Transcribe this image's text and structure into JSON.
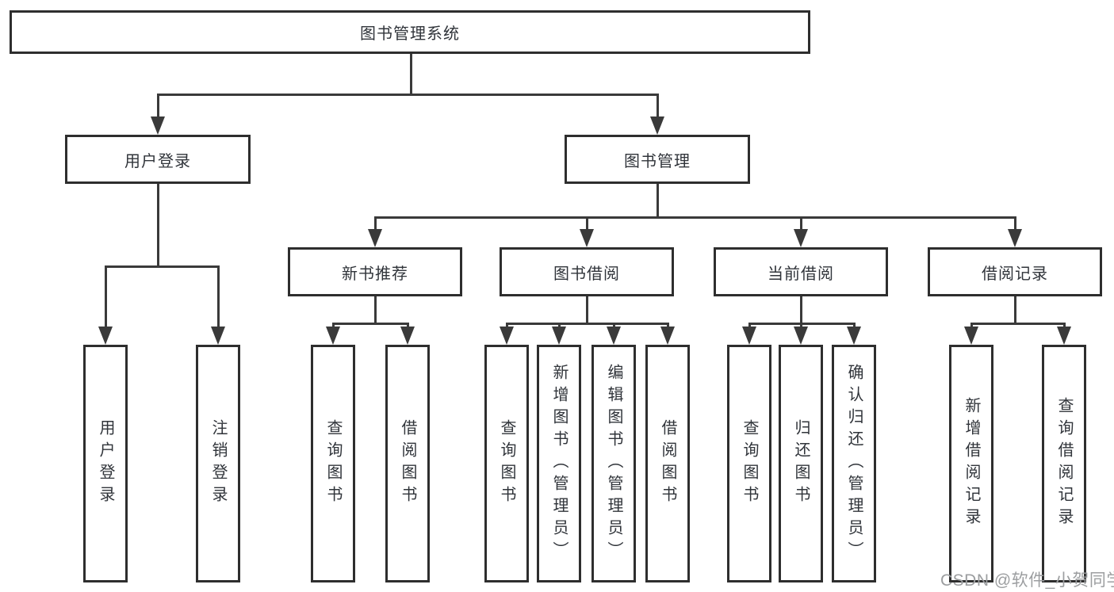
{
  "tree": {
    "root": {
      "label": "图书管理系统"
    },
    "level2": [
      {
        "label": "用户登录"
      },
      {
        "label": "图书管理"
      }
    ],
    "level3": [
      {
        "label": "新书推荐"
      },
      {
        "label": "图书借阅"
      },
      {
        "label": "当前借阅"
      },
      {
        "label": "借阅记录"
      }
    ],
    "leaves": {
      "login": [
        "用户登录",
        "注销登录"
      ],
      "recommend": [
        "查询图书",
        "借阅图书"
      ],
      "borrow": [
        "查询图书",
        "新增图书（管理员）",
        "编辑图书（管理员）",
        "借阅图书"
      ],
      "current": [
        "查询图书",
        "归还图书",
        "确认归还（管理员）"
      ],
      "record": [
        "新增借阅记录",
        "查询借阅记录"
      ]
    }
  },
  "colors": {
    "border": "#2e2e2e",
    "line": "#3a3a3a",
    "text": "#30343a",
    "watermark": "#9c9ea0"
  },
  "watermark": {
    "text": "CSDN @软件_小贺同学"
  }
}
